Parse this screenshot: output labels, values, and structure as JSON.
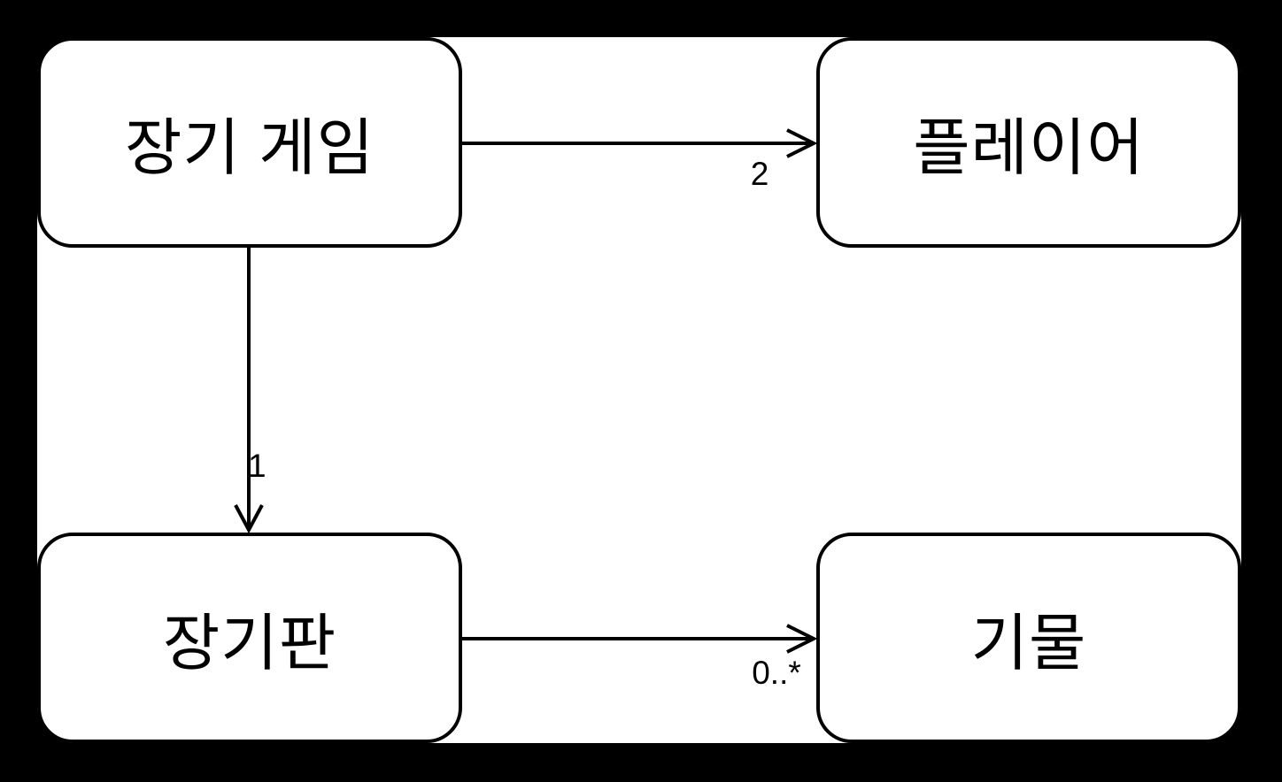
{
  "diagram": {
    "background_color": "#000000",
    "canvas_color": "#ffffff",
    "stroke_color": "#000000",
    "text_color": "#000000"
  },
  "nodes": [
    {
      "label": "장기 게임"
    },
    {
      "label": "플레이어"
    },
    {
      "label": "장기판"
    },
    {
      "label": "기물"
    }
  ],
  "edges": [
    {
      "from": "장기 게임",
      "to": "플레이어",
      "label": "2"
    },
    {
      "from": "장기 게임",
      "to": "장기판",
      "label": "1"
    },
    {
      "from": "장기판",
      "to": "기물",
      "label": "0..*"
    }
  ]
}
